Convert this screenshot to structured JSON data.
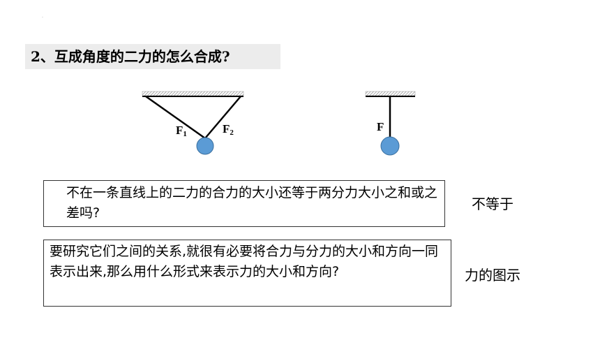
{
  "title": "2、互成角度的二力的怎么合成?",
  "diagram": {
    "left_label_1": "F",
    "left_sub_1": "1",
    "left_label_2": "F",
    "left_sub_2": "2",
    "right_label": "F",
    "ball_color": "#5b9bd5",
    "ceiling_color": "#999999"
  },
  "question_box": {
    "text": "不在一条直线上的二力的合力的大小还等于两分力大小之和或之差吗?"
  },
  "question_answer": "不等于",
  "explain_box": {
    "text": "要研究它们之间的关系,就很有必要将合力与分力的大小和方向一同表示出来,那么用什么形式来表示力的大小和方向?"
  },
  "explain_answer": "力的图示"
}
